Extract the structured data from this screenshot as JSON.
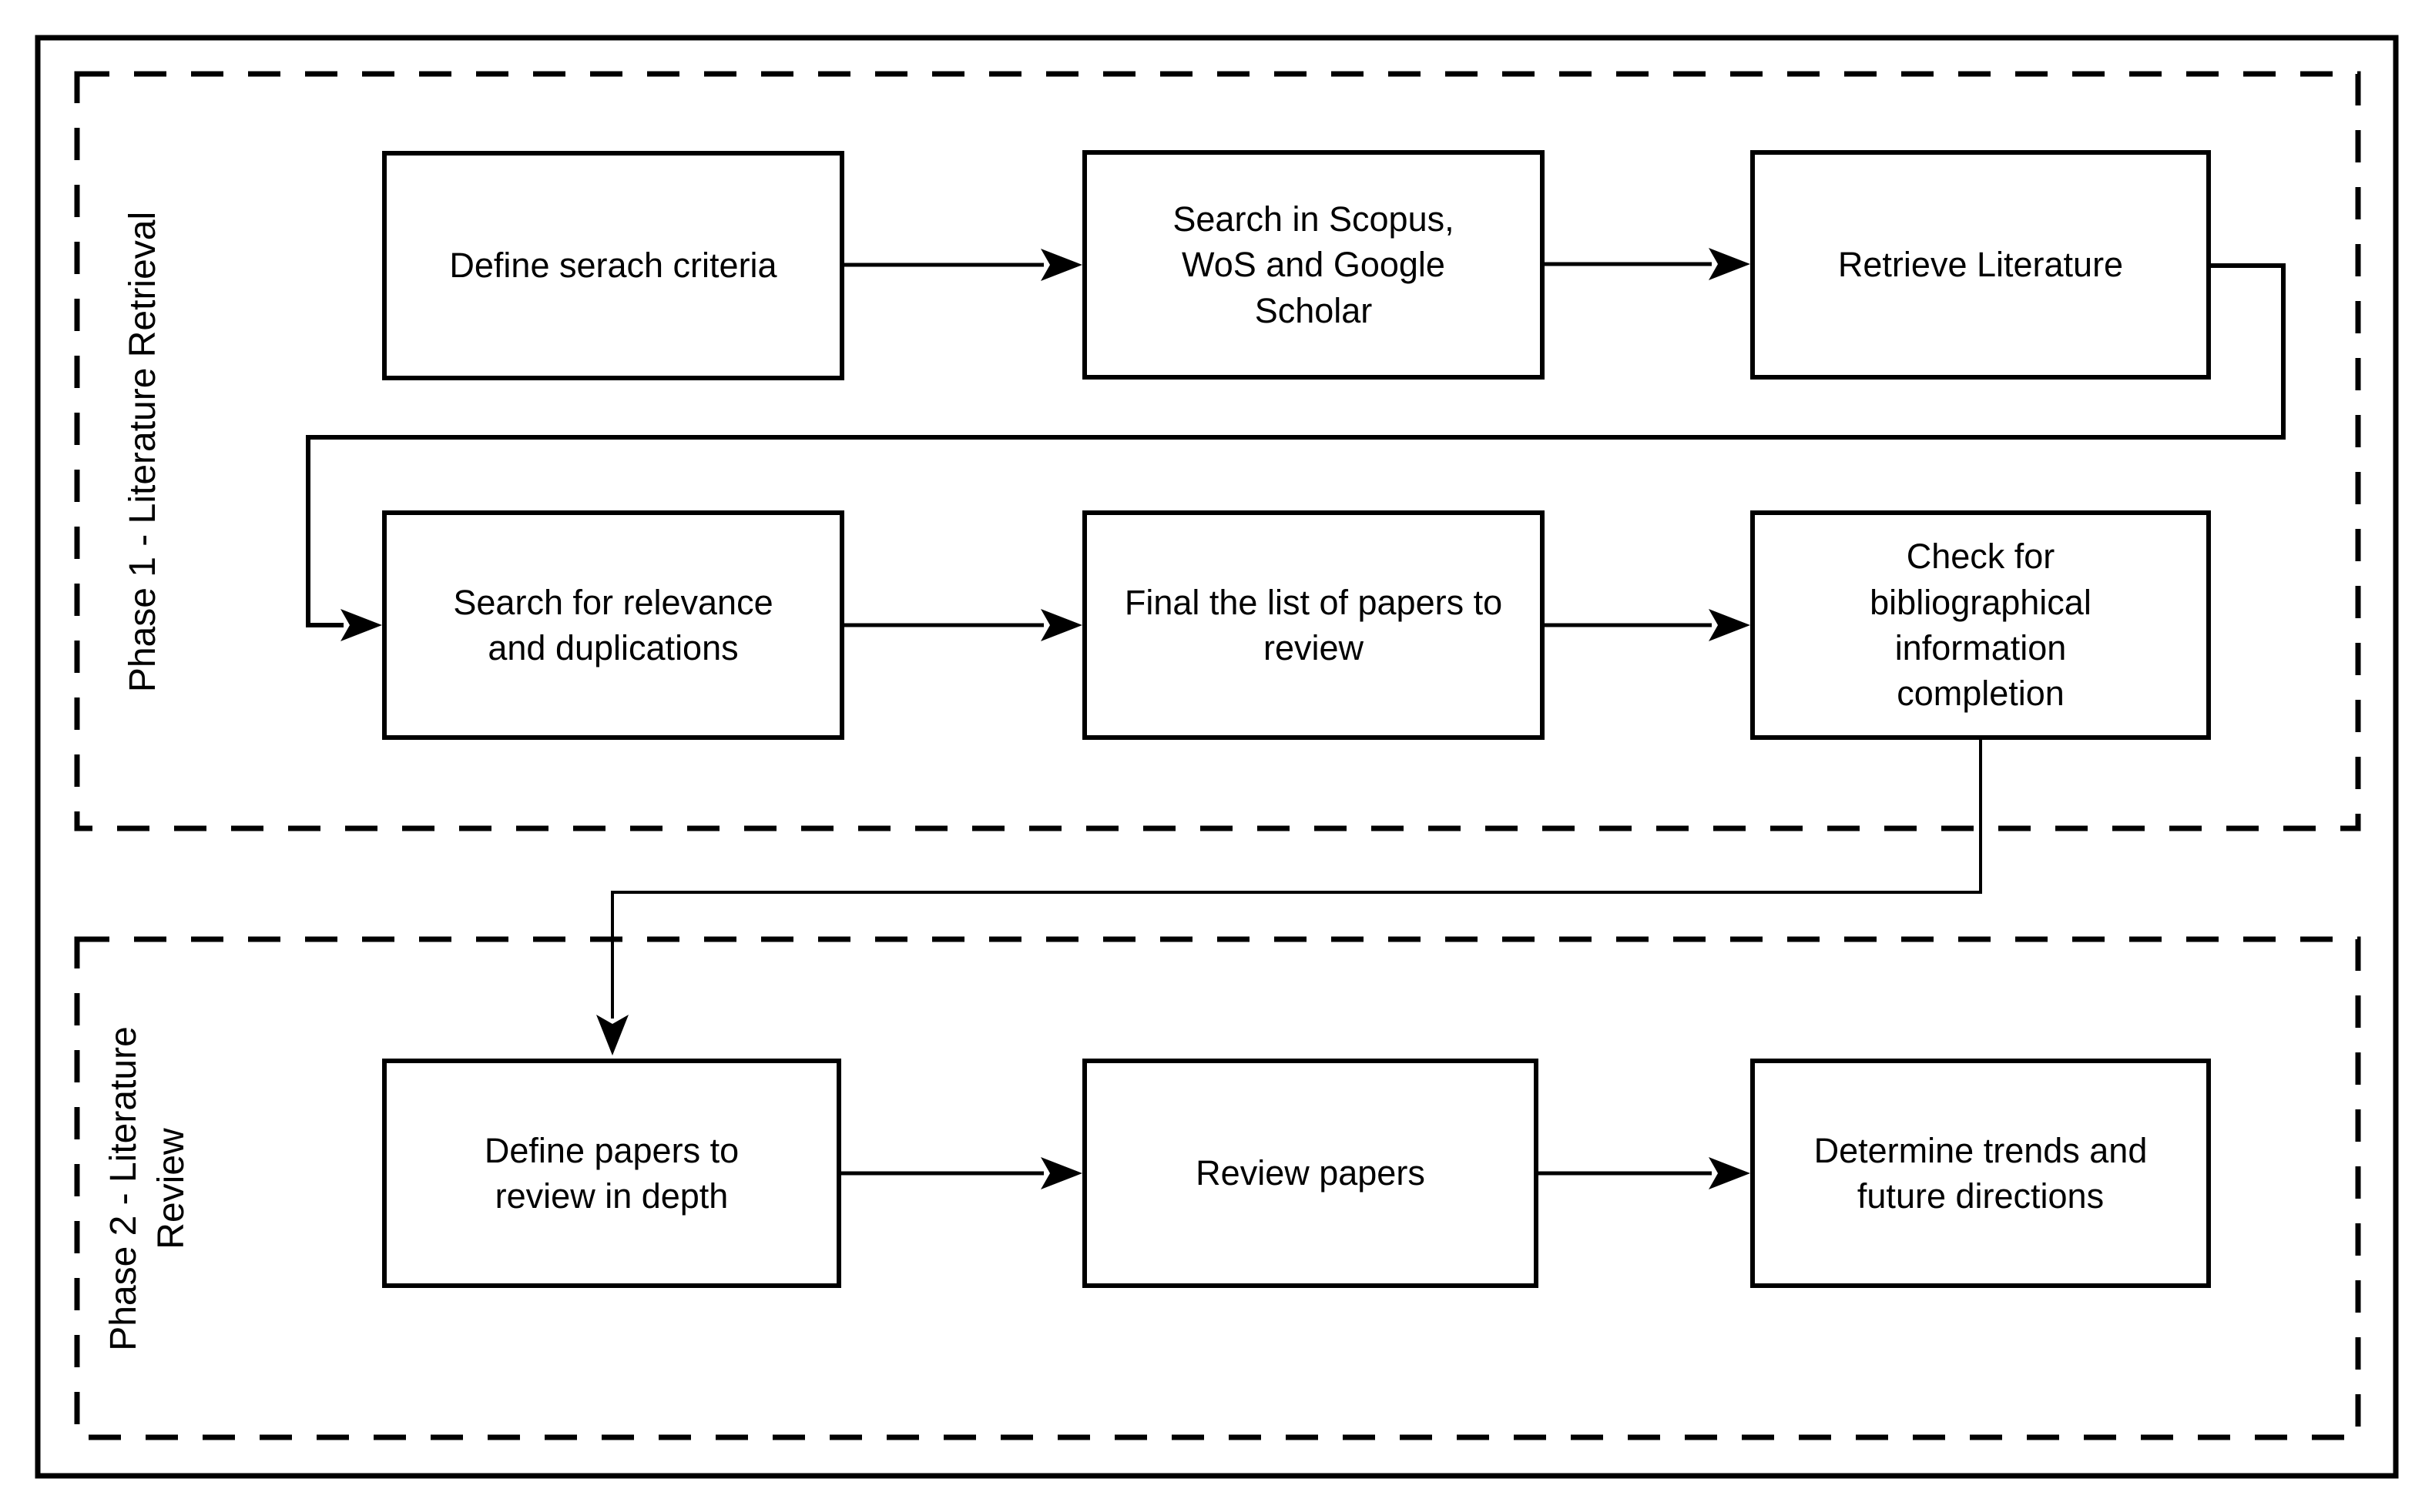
{
  "figure": {
    "type": "flowchart",
    "background_color": "#ffffff",
    "stroke_color": "#000000"
  },
  "phases": [
    {
      "id": "phase-1",
      "label": "Phase 1 - Literature Retrieval"
    },
    {
      "id": "phase-2",
      "label": "Phase 2 - Literature Review"
    }
  ],
  "nodes": [
    {
      "id": "define-search-criteria",
      "phase": "phase-1",
      "label": "Define serach criteria"
    },
    {
      "id": "search-scopus-wos-gscholar",
      "phase": "phase-1",
      "label": "Search in Scopus, WoS and Google Scholar"
    },
    {
      "id": "retrieve-literature",
      "phase": "phase-1",
      "label": "Retrieve Literature"
    },
    {
      "id": "search-relevance-duplications",
      "phase": "phase-1",
      "label": "Search for relevance and duplications"
    },
    {
      "id": "final-list-of-papers",
      "phase": "phase-1",
      "label": "Final the list of papers to review"
    },
    {
      "id": "check-bibliographical-completion",
      "phase": "phase-1",
      "label": "Check for bibliographical information completion"
    },
    {
      "id": "define-papers-in-depth",
      "phase": "phase-2",
      "label": "Define papers to review in depth"
    },
    {
      "id": "review-papers",
      "phase": "phase-2",
      "label": "Review papers"
    },
    {
      "id": "determine-trends",
      "phase": "phase-2",
      "label": "Determine trends and future directions"
    }
  ],
  "edges": [
    {
      "from": "define-search-criteria",
      "to": "search-scopus-wos-gscholar"
    },
    {
      "from": "search-scopus-wos-gscholar",
      "to": "retrieve-literature"
    },
    {
      "from": "retrieve-literature",
      "to": "search-relevance-duplications"
    },
    {
      "from": "search-relevance-duplications",
      "to": "final-list-of-papers"
    },
    {
      "from": "final-list-of-papers",
      "to": "check-bibliographical-completion"
    },
    {
      "from": "check-bibliographical-completion",
      "to": "define-papers-in-depth"
    },
    {
      "from": "define-papers-in-depth",
      "to": "review-papers"
    },
    {
      "from": "review-papers",
      "to": "determine-trends"
    }
  ]
}
